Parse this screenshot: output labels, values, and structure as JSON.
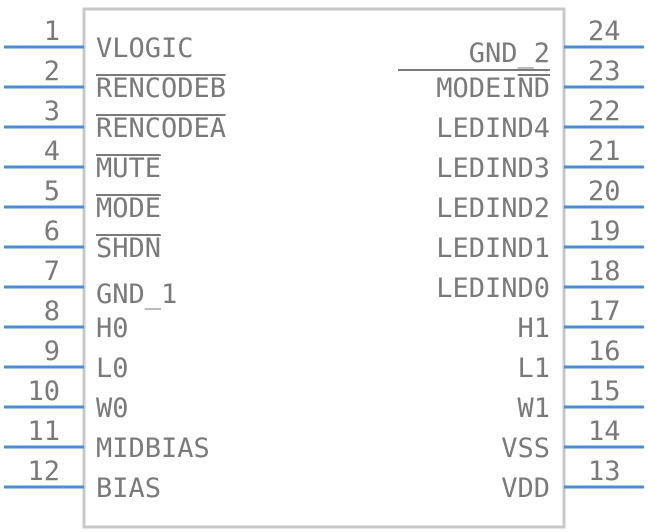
{
  "component": {
    "body_color": "#c8c8c8",
    "pin_color": "#4a8ed6",
    "text_color": "#7a7a7a",
    "left_pins": [
      {
        "num": "1",
        "label": "VLOGIC",
        "overline": false
      },
      {
        "num": "2",
        "label": "RENCODEB",
        "overline": true
      },
      {
        "num": "3",
        "label": "RENCODEA",
        "overline": true
      },
      {
        "num": "4",
        "label": "MUTE",
        "overline": true
      },
      {
        "num": "5",
        "label": "MODE",
        "overline": true
      },
      {
        "num": "6",
        "label": "SHDN",
        "overline": true
      },
      {
        "num": "7",
        "label": "GND_1",
        "overline": false
      },
      {
        "num": "8",
        "label": "H0",
        "overline": false
      },
      {
        "num": "9",
        "label": "L0",
        "overline": false
      },
      {
        "num": "10",
        "label": "W0",
        "overline": false
      },
      {
        "num": "11",
        "label": "MIDBIAS",
        "overline": false
      },
      {
        "num": "12",
        "label": "BIAS",
        "overline": false
      }
    ],
    "right_pins": [
      {
        "num": "24",
        "label": "GND_2",
        "overline": false
      },
      {
        "num": "23",
        "label": "MODEIND",
        "overline": true,
        "overline_part": "ND"
      },
      {
        "num": "22",
        "label": "LEDIND4",
        "overline": false
      },
      {
        "num": "21",
        "label": "LEDIND3",
        "overline": false
      },
      {
        "num": "20",
        "label": "LEDIND2",
        "overline": false
      },
      {
        "num": "19",
        "label": "LEDIND1",
        "overline": false
      },
      {
        "num": "18",
        "label": "LEDIND0",
        "overline": false
      },
      {
        "num": "17",
        "label": "H1",
        "overline": false
      },
      {
        "num": "16",
        "label": "L1",
        "overline": false
      },
      {
        "num": "15",
        "label": "W1",
        "overline": false
      },
      {
        "num": "14",
        "label": "VSS",
        "overline": false
      },
      {
        "num": "13",
        "label": "VDD",
        "overline": false
      }
    ]
  }
}
